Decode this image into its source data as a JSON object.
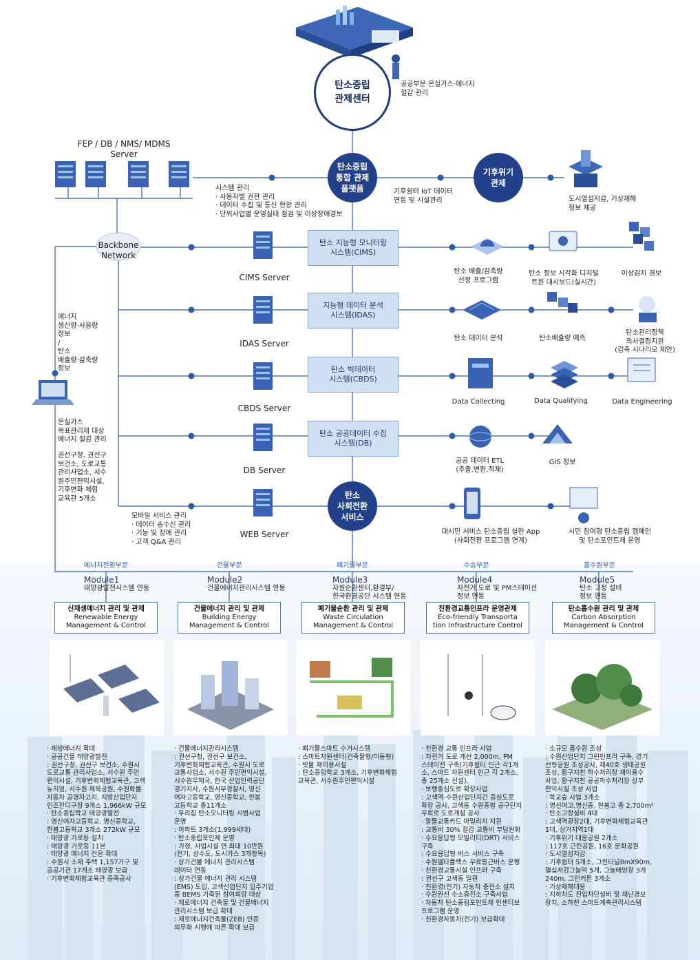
{
  "center": {
    "title": "탄소중립\n관제센터",
    "note": "공공부문 온실가스·에너지\n절감 관리"
  },
  "servers_top": {
    "label": "FEP / DB / NMS/ MDMS\nServer"
  },
  "backbone": {
    "label": "Backbone\nNetwork"
  },
  "platform": {
    "title": "탄소중립\n통합 관제\n플랫폼",
    "system_note": "시스템 관리\n · 사용자별 권한 관리\n · 데이터 수집 및 통신 현황 관리\n · 단위사업별 운영실태 점검 및 이상장애경보",
    "iot_note": "기후쉼터 IoT 데이터\n연동 및 시설관리"
  },
  "climate": {
    "title": "기후위기\n관제",
    "note": "도시열섬저감, 기상재해\n정보 제공"
  },
  "left_notes": {
    "energy": "에너지\n생산량·사용량\n정보\n/\n탄소\n배출량·감축량\n정보",
    "ghg": "온실가스\n목표관리제 대상\n에너지 절감 관리",
    "orgs": "권선구청, 권선구\n보건소, 도로교통\n관리사업소, 서수\n원주민편익시설,\n기후변화 체험\n교육관 5개소"
  },
  "systems": [
    {
      "name": "탄소 지능형 모니터링\n시스템(CIMS)",
      "server": "CIMS Server",
      "items": [
        "탄소 배출/감축량\n산정 프로그램",
        "탄소 정보 시각화 디지털\n트윈 대시보드(실시간)",
        "이상감지 경보"
      ]
    },
    {
      "name": "지능형 데이터 분석\n시스템(IDAS)",
      "server": "IDAS Server",
      "items": [
        "탄소 데이터 분석",
        "탄소배출량 예측",
        "탄소관리정책\n의사결정지원\n(감축 시나리오 제안)"
      ]
    },
    {
      "name": "탄소 빅데이터\n시스템(CBDS)",
      "server": "CBDS Server",
      "items": [
        "Data Collecting",
        "Data Qualifying",
        "Data Engineering"
      ]
    },
    {
      "name": "탄소 공공데이터 수집\n시스템(DB)",
      "server": "DB Server",
      "items": [
        "공공 데이터 ETL\n(추출,변환,적재)",
        "GIS 정보"
      ]
    }
  ],
  "social": {
    "title": "탄소\n사회전환\n서비스",
    "server": "WEB Server",
    "mobile_note": "모바일 서비스 관리\n · 데이터 송수신 관리\n · 기능 및 장애 관리\n · 고객 Q&A 관리",
    "items": [
      "대시민 서비스 탄소중립 실천 App\n(사회전환 프로그램 연계)",
      "시민 참여형 탄소중립 캠페인\n및  탄소포인트제 운영"
    ]
  },
  "modules": [
    {
      "sector": "에너지전환부문",
      "module": "Module1",
      "desc": "태양광발전시스템 연동",
      "box_kr": "신재생에너지 관리 및 관제",
      "box_en": "Renewable Energy\nManagement & Control",
      "details": "· 재생에너지 확대\n· 공공건물 태양광발전\n : 권선구청, 권선구 보건소, 수원시\n도로교통 관리사업소, 서수원 주민\n편익시설, 기후변화체험교육관, 고색\n뉴지엄, 서수원 체육공원, 수원화물\n자동차 공영차고지, 지방산업단지\n인조잔디구장 9개소 1,966kW 규모\n· 탄소중립학교 태양광발전\n : 영신여자고등학교, 영신중학교,\n한봄고등학교 3개소 272kW 규모\n· 태양광 가로등 설치\n : 태양광 가로등 11본\n· 태양광 에너지 전환 확대\n : 수원시 소재 주택 1,157가구 및\n공공기관 17개소 태양광 보급\n· 기후변화체험교육관 증축공사"
    },
    {
      "sector": "건물부문",
      "module": "Module2",
      "desc": "건물에너지관리시스템 연동",
      "box_kr": "건물에너지 관리 및 관제",
      "box_en": "Building Energy\nManagement & Control",
      "details": "· 건물에너지관리시스템\n : 권선구청, 권선구 보건소,\n기후변화체험교육관, 수원시 도로\n교통사업소, 서수원 주민편익시설,\n서수원우체국, 한국 산업인력공단\n경기지사, 수원서부경찰서, 영신\n여자고등학교, 영신중학교, 한봄\n고등학교 총11개소\n· 우리집 탄소모니터링 시범사업\n운영\n : 아파트 3개소(1,999세대)\n· 탄소중립포인제 운영\n : 가정, 사업시설 연 최대 10만원\n(전기, 상수도, 도시가스 3개항목)\n· 상가건물 에너지 관리시스템\n데이터 연동\n : 상가건물 에너지 관리 시스템\n(EMS) 도입, 고색산업단지 입주기업\n중 BEMS 기축된 참여희망 대상\n· 제로에너지 건축물 및 건물에너지\n관리시스템 보급 확대\n : 제로에너지건축물(ZEB) 인증\n의무화 시행에 따른 확대 보급"
    },
    {
      "sector": "폐기물부문",
      "module": "Module3",
      "desc": "자원순환센터,환경부/\n한국환경공단 시스템 연동",
      "box_kr": "폐기물순환 관리 및 관제",
      "box_en": "Waste Circulation\nManagement & Control",
      "details": "· 폐기물스마트 수거시스템\n : 스마트자원센터(건축물형/이동형)\n· 빗물 재이용시설\n : 탄소중립학교 3개소, 기후변화체험\n교육관, 서수원주민편익시설"
    },
    {
      "sector": "수송부문",
      "module": "Module4",
      "desc": "자전거 도로 및 PM스테이션\n정보 연동",
      "box_kr": "친환경교통인프라 운영관제",
      "box_en": "Eco-friendly Transporta\ntion Infrastructure Control",
      "details": "· 친환경 교통 인프라 사업\n : 자전거 도로 개선 2,000m, PM\n스테이션 구축(기후쉼터 인근 각1개\n소, 스마트 자원센터 인근 각 2개소,\n총 25개소 신설),\n· 보행중심도로 확장사업\n : 고색역-수원산업단지간 중심도로\n확장 공사, 고색동 수원종합 공구단지\n우회로 도로개설 공사\n· 알뜰교통카드 마일리지 지원\n : 교통비 30% 절감 교통비 부담완화\n· 수요응답형 모빌리티(DRT) 서비스\n구축\n : 수요응답형 버스 서비스 구축\n· 수원델타플렉스 무료통근버스 운행\n· 친환경교통시설 인프라 구축\n : 권선구 고색동 일원\n· 친환경(전기) 자동차 충전소 설치\n· 수원권선 수소충전소 구축사업\n· 자동차 탄소중립포인트제 인센티브\n프로그램 운영\n· 친환경자동차(전기) 보급확대"
    },
    {
      "sector": "흡수원부문",
      "module": "Module5",
      "desc": "탄소 고정 설비\n정보 연동",
      "box_kr": "탄소흡수원 관리 및 관제",
      "box_en": "Carbon Absorption\nManagement & Control",
      "details": "· 소규모 흡수원 조성\n : 수원산업단지 그린인프라 구축, 경기\n선형공원 조성공사, 제40호 생태공원\n조성, 황구지천 하수처리장 재이용수\n사업, 황구지천 공공하수처리장 상부\n편익시설 조성 사업\n· 학교숲 사업 3개소\n : 영신여고,영신중, 한봄고 총 2,700m²\n· 탄소고정설비 4대\n : 고색역광장2대, 기후변화체험교육관\n1대, 상가지역1대\n· 기후위기 대응공원 2개소\n : 117호 근린공원, 16호 문화공원\n· 도시열섬저감\n : 기후쉼터 5개소, 그린터널8mX90m,\n열십저감그늘막 5개, 그늘태양광 3개\n240m, 그린커튼 3개소\n· 기상재해대응\n : 지하차도 진입차단설비 및 재난경보\n장치, 소하천 스마트계측관리시스템"
    }
  ]
}
